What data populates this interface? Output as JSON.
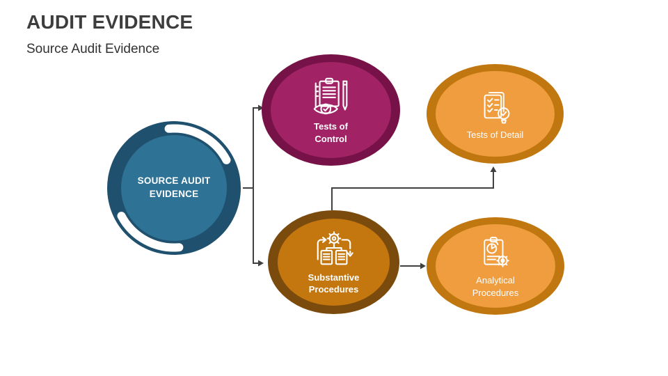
{
  "header": {
    "title": "AUDIT EVIDENCE",
    "subtitle": "Source Audit Evidence",
    "title_color": "#3D3D3D"
  },
  "diagram": {
    "connector_color": "#404040",
    "nodes": {
      "source": {
        "line1": "SOURCE AUDIT",
        "line2": "EVIDENCE",
        "outer_color": "#1F506E",
        "inner_color": "#2E7296",
        "accent": "#FFFFFF"
      },
      "control": {
        "line1": "Tests of",
        "line2": "Control",
        "outer_color": "#761247",
        "inner_color": "#A12366",
        "icon": "clipboard-eye-pencil-icon"
      },
      "detail": {
        "line1": "Tests of Detail",
        "outer_color": "#C1770F",
        "inner_color": "#EF9D3E",
        "icon": "checklist-bulb-icon"
      },
      "substantive": {
        "line1": "Substantive",
        "line2": "Procedures",
        "outer_color": "#7B4B0E",
        "inner_color": "#C4770F",
        "icon": "gear-documents-cycle-icon"
      },
      "analytical": {
        "line1": "Analytical",
        "line2": "Procedures",
        "outer_color": "#C1770F",
        "inner_color": "#EF9D3E",
        "icon": "clipboard-piechart-gear-icon"
      }
    }
  }
}
